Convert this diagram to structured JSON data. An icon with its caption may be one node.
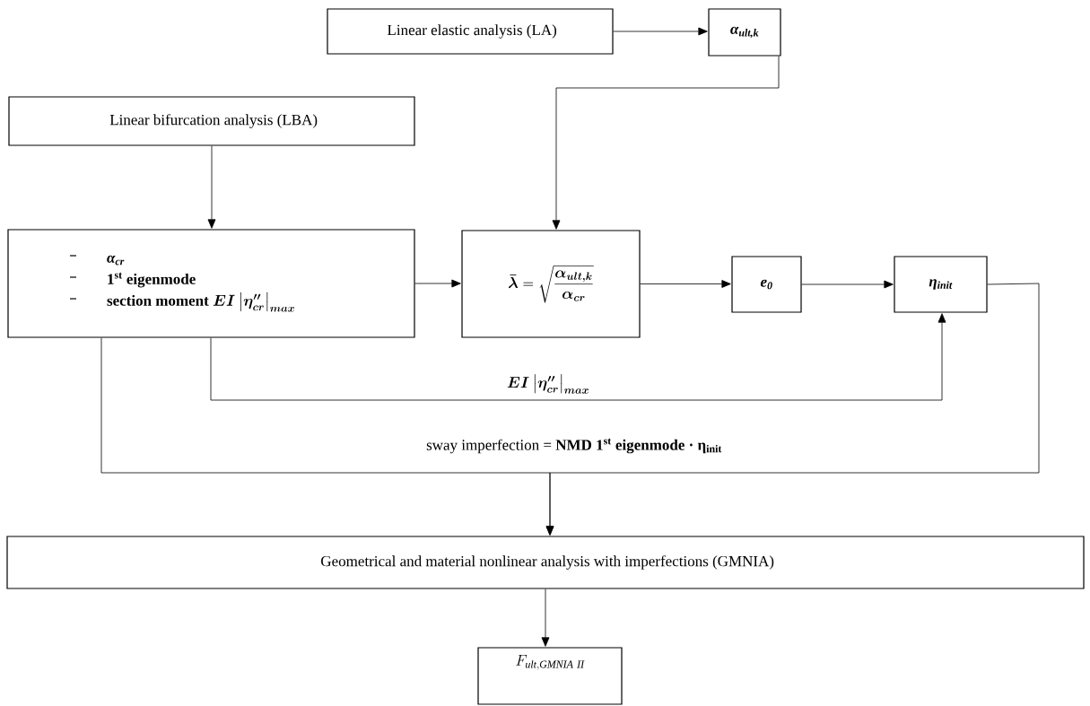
{
  "diagram": {
    "nodes": [
      {
        "text": [
          "Linear elastic analysis (LA)"
        ]
      },
      {
        "text": [
          "α$_{ult,k}$"
        ]
      },
      {
        "text": [
          "Linear bifurcation analysis (LBA)"
        ]
      },
      {
        "text": [
          "α$_{cr}$",
          "1$^{st}$ eigenmode",
          "\\textbf{section moment }\\boldsymbol{EI\\left|\\eta''_{cr}\\right|_{max}}"
        ]
      },
      {
        "text": [
          "\\boldsymbol{\\bar{\\lambda}} = \\sqrt{\\frac{\\boldsymbol{\\alpha_{ult,k}}}{\\boldsymbol{\\alpha_{cr}}}}"
        ]
      },
      {
        "text": [
          "e$_{0}$"
        ]
      },
      {
        "text": [
          "η$_{init}$"
        ]
      },
      {
        "text": [
          "Geometrical and material nonlinear analysis with imperfections (GMNIA)"
        ]
      },
      {
        "text": [
          "F_{\\mathit{ult,GMNIA\\ II}}"
        ]
      }
    ],
    "edges": [
      {
        "from": 0,
        "to": 1,
        "arrow": "to"
      },
      {
        "from": 1,
        "to": 4,
        "arrow": "to"
      },
      {
        "from": 2,
        "to": 3,
        "arrow": "to"
      },
      {
        "from": 3,
        "to": 4,
        "arrow": "to"
      },
      {
        "from": 4,
        "to": 5,
        "arrow": "to"
      },
      {
        "from": 5,
        "to": 6,
        "arrow": "to"
      },
      {
        "from": 3,
        "to": 6,
        "arrow": "to",
        "label": "\\boldsymbol{EI\\left|\\eta''_{cr}\\right|_{max}}"
      },
      {
        "from": 3,
        "to": 7,
        "arrow": "to",
        "label": "sway imperfection = **NMD 1$^{st}$ eigenmode · η$_{init}$**"
      },
      {
        "from": 6,
        "to": 7,
        "arrow": "to"
      },
      {
        "from": 7,
        "to": 8,
        "arrow": "to"
      }
    ]
  }
}
